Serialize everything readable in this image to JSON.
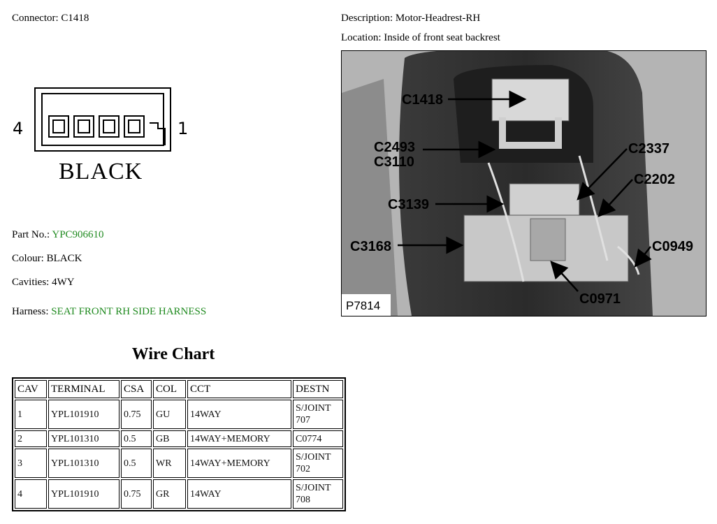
{
  "connector": {
    "label": "Connector:",
    "value": "C1418"
  },
  "description": {
    "label": "Description:",
    "value": "Motor-Headrest-RH"
  },
  "location": {
    "label": "Location:",
    "value": "Inside of front seat backrest"
  },
  "connector_drawing": {
    "pin_left": "4",
    "pin_right": "1",
    "colour_text": "BLACK",
    "cavity_count": 4
  },
  "part_no": {
    "label": "Part No.:",
    "value": "YPC906610",
    "value_color": "#1f8a1f"
  },
  "colour": {
    "label": "Colour:",
    "value": "BLACK"
  },
  "cavities": {
    "label": "Cavities:",
    "value": "4WY"
  },
  "harness": {
    "label": "Harness:",
    "value": "SEAT FRONT RH SIDE HARNESS",
    "value_color": "#1f8a1f"
  },
  "photo": {
    "id": "P7814",
    "callouts": [
      "C1418",
      "C2493",
      "C3110",
      "C3139",
      "C3168",
      "C2337",
      "C2202",
      "C0949",
      "C0971"
    ]
  },
  "wire_chart": {
    "title": "Wire Chart",
    "headers": [
      "CAV",
      "TERMINAL",
      "CSA",
      "COL",
      "CCT",
      "DESTN"
    ],
    "rows": [
      [
        "1",
        "YPL101910",
        "0.75",
        "GU",
        "14WAY",
        "S/JOINT 707"
      ],
      [
        "2",
        "YPL101310",
        "0.5",
        "GB",
        "14WAY+MEMORY",
        "C0774"
      ],
      [
        "3",
        "YPL101310",
        "0.5",
        "WR",
        "14WAY+MEMORY",
        "S/JOINT 702"
      ],
      [
        "4",
        "YPL101910",
        "0.75",
        "GR",
        "14WAY",
        "S/JOINT 708"
      ]
    ]
  }
}
